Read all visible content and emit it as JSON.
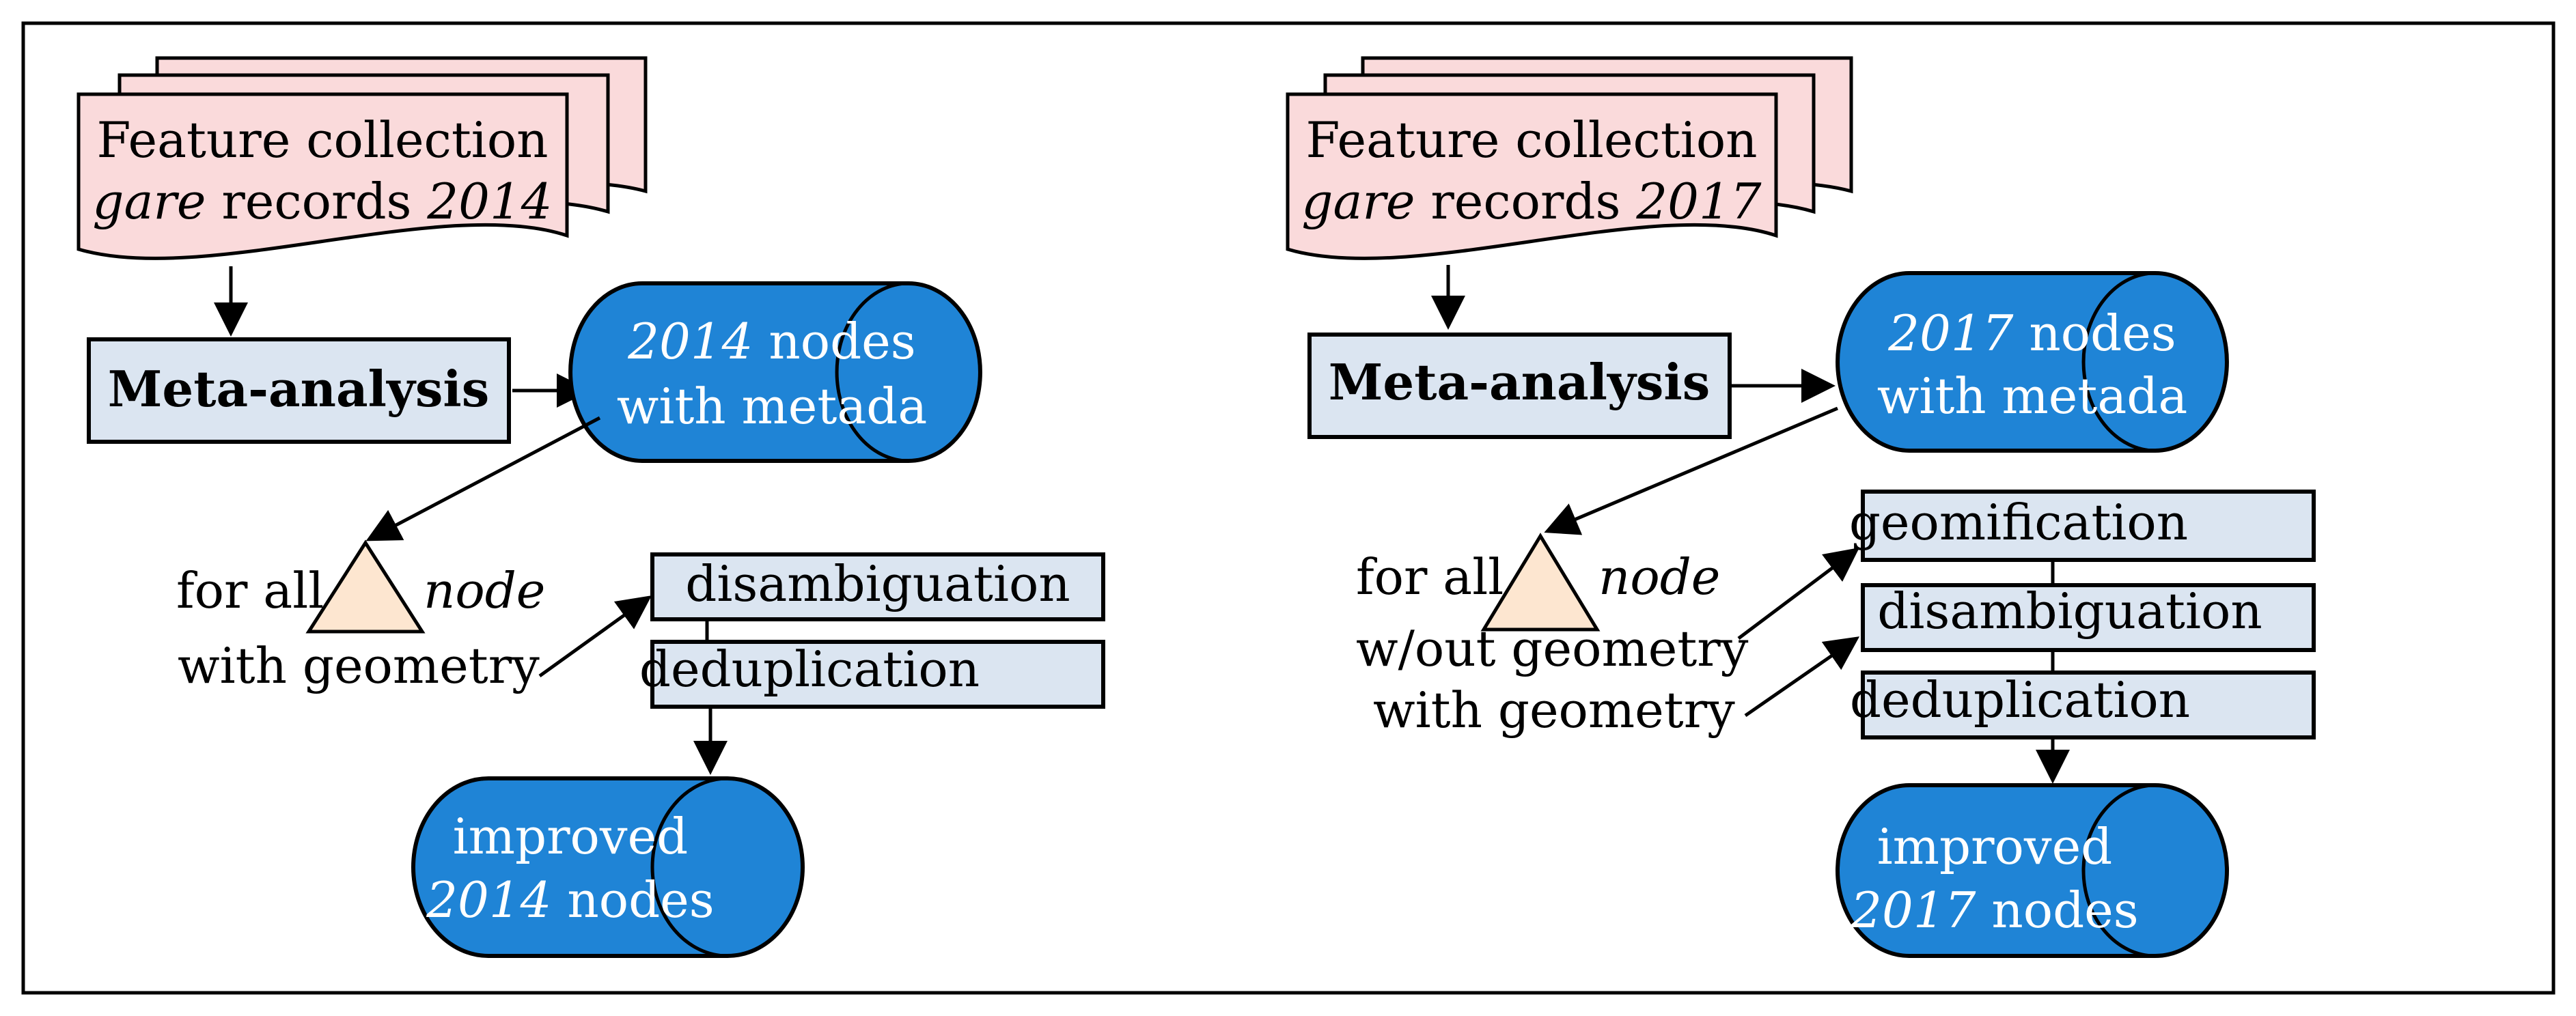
{
  "left": {
    "records": {
      "line1": "Feature collection",
      "line2_it": "gare",
      "line2_mid": " records ",
      "line2_year": "2014"
    },
    "meta_label": "Meta-analysis",
    "nodes": {
      "year": "2014",
      "line1_rest": " nodes",
      "line2": "with metada"
    },
    "loop": {
      "for_all": "for all",
      "node": "node",
      "with_geometry": "with geometry"
    },
    "steps": {
      "disambiguation": "disambiguation",
      "deduplication": "deduplication"
    },
    "improved": {
      "line1": "improved",
      "year": "2014",
      "line2_rest": " nodes"
    }
  },
  "right": {
    "records": {
      "line1": "Feature collection",
      "line2_it": "gare",
      "line2_mid": " records ",
      "line2_year": "2017"
    },
    "meta_label": "Meta-analysis",
    "nodes": {
      "year": "2017",
      "line1_rest": " nodes",
      "line2": "with metada"
    },
    "loop": {
      "for_all": "for all",
      "node": "node",
      "without_geometry": "w/out geometry",
      "with_geometry": "with geometry"
    },
    "steps": {
      "geomification": "geomification",
      "disambiguation": "disambiguation",
      "deduplication": "deduplication"
    },
    "improved": {
      "line1": "improved",
      "year": "2017",
      "line2_rest": " nodes"
    }
  }
}
